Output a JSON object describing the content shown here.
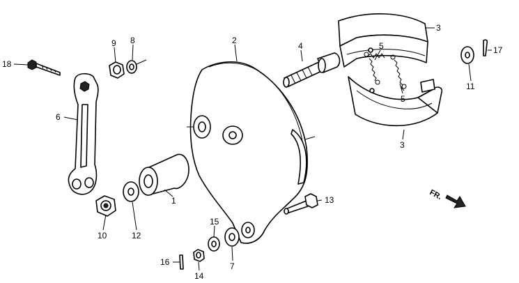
{
  "diagram": {
    "callouts": [
      {
        "id": "c1",
        "label": "1"
      },
      {
        "id": "c2",
        "label": "2"
      },
      {
        "id": "c3a",
        "label": "3"
      },
      {
        "id": "c3b",
        "label": "3"
      },
      {
        "id": "c4",
        "label": "4"
      },
      {
        "id": "c5a",
        "label": "5"
      },
      {
        "id": "c5b",
        "label": "5"
      },
      {
        "id": "c6",
        "label": "6"
      },
      {
        "id": "c7",
        "label": "7"
      },
      {
        "id": "c8",
        "label": "8"
      },
      {
        "id": "c9",
        "label": "9"
      },
      {
        "id": "c10",
        "label": "10"
      },
      {
        "id": "c11",
        "label": "11"
      },
      {
        "id": "c12",
        "label": "12"
      },
      {
        "id": "c13",
        "label": "13"
      },
      {
        "id": "c14",
        "label": "14"
      },
      {
        "id": "c15",
        "label": "15"
      },
      {
        "id": "c16",
        "label": "16"
      },
      {
        "id": "c17",
        "label": "17"
      },
      {
        "id": "c18",
        "label": "18"
      }
    ],
    "direction_label": "FR."
  }
}
